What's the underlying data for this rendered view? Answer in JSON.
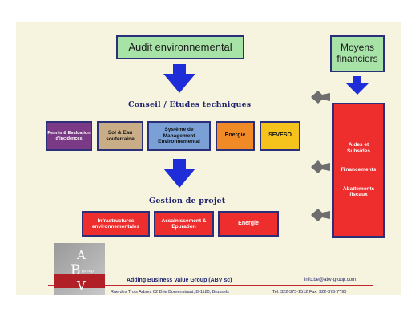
{
  "top": {
    "audit": "Audit environnemental",
    "moyens": "Moyens financiers"
  },
  "sections": {
    "conseil": "Conseil / Etudes techniques",
    "gestion": "Gestion de projet"
  },
  "conseil_items": [
    "Permis & Evaluation d'incidences",
    "Sol & Eau souterraine",
    "Système de Management Environnemental",
    "Energie",
    "SEVESO"
  ],
  "gestion_items": [
    "Infrastructures environnementales",
    "Assainissement & Epuration",
    "Energie"
  ],
  "financial_items": [
    "Aides et Subsides",
    "Financements",
    "Abattements fiscaux"
  ],
  "logo": {
    "letters": [
      "A",
      "B",
      "V"
    ],
    "small": "group"
  },
  "footer": {
    "company": "Adding Business Value Group (ABV sc)",
    "email": "info.be@abv-group.com",
    "address": "Rue des Trois Arbres 62 Drie Bomenstraat,  B-1180,  Brussels",
    "contact": "Tel:  322-375-1512  Fax:  322-375-7790"
  },
  "colors": {
    "navy": "#1c1f6b",
    "blue": "#1f2dd8",
    "green": "#a7e3a7",
    "red": "#ee2d2d",
    "purple": "#7b3a86",
    "tan": "#c9ad86",
    "steel": "#7aa0d6",
    "orange": "#f08a27",
    "yellow": "#f6c21c",
    "grey_arrow": "#6e6e6e"
  }
}
